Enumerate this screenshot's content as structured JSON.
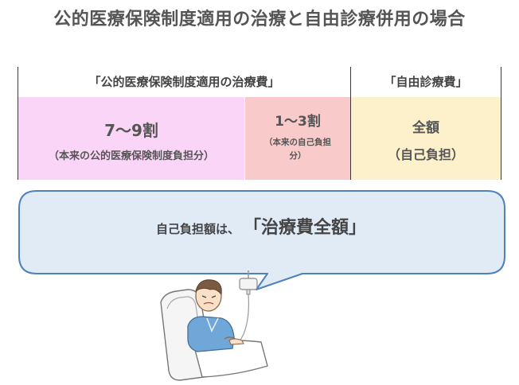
{
  "title": "公的医療保険制度適用の治療と自由診療併用の場合",
  "table": {
    "header_insurance": "「公的医療保険制度適用の治療費」",
    "header_free": "「自由診療費」",
    "insurance_share": "7〜9割",
    "insurance_share_note": "（本来の公的医療保険制度負担分）",
    "self_share": "1〜3割",
    "self_share_note_line1": "（本来の自己負担",
    "self_share_note_line2": "分）",
    "free_amount": "全額",
    "free_note": "（自己負担）"
  },
  "bubble": {
    "lead": "自己負担額は、",
    "emphasis": "「治療費全額」"
  },
  "colors": {
    "insurance_cell": "#fbd5f7",
    "self_cell": "#f9caca",
    "free_cell": "#fdf1cc",
    "bubble_fill": "#e1ebf6",
    "bubble_border": "#4f81bd",
    "patient_gown": "#6fa8d8"
  }
}
